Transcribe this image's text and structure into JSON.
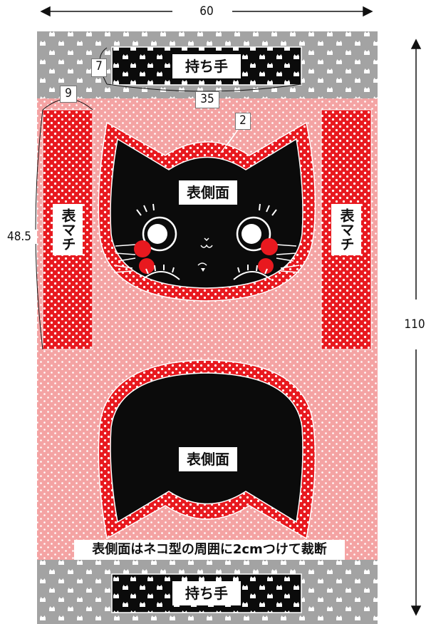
{
  "dimensions": {
    "width": "60",
    "height": "110",
    "handle_height": "7",
    "handle_length": "35",
    "gusset_width": "9",
    "gusset_length": "48.5",
    "seam_allowance": "2"
  },
  "labels": {
    "handle_top": "持ち手",
    "handle_bottom": "持ち手",
    "gusset_left": "表マチ",
    "gusset_right": "表マチ",
    "side_top": "表側面",
    "side_bottom": "表側面",
    "note": "表側面はネコ型の周囲に2cmつけて裁断"
  },
  "colors": {
    "gray_band": "#a3a3a3",
    "pink_field": "#f4a3a3",
    "red_panel": "#e8191f",
    "cat_black": "#0b0b0b",
    "white": "#ffffff"
  }
}
